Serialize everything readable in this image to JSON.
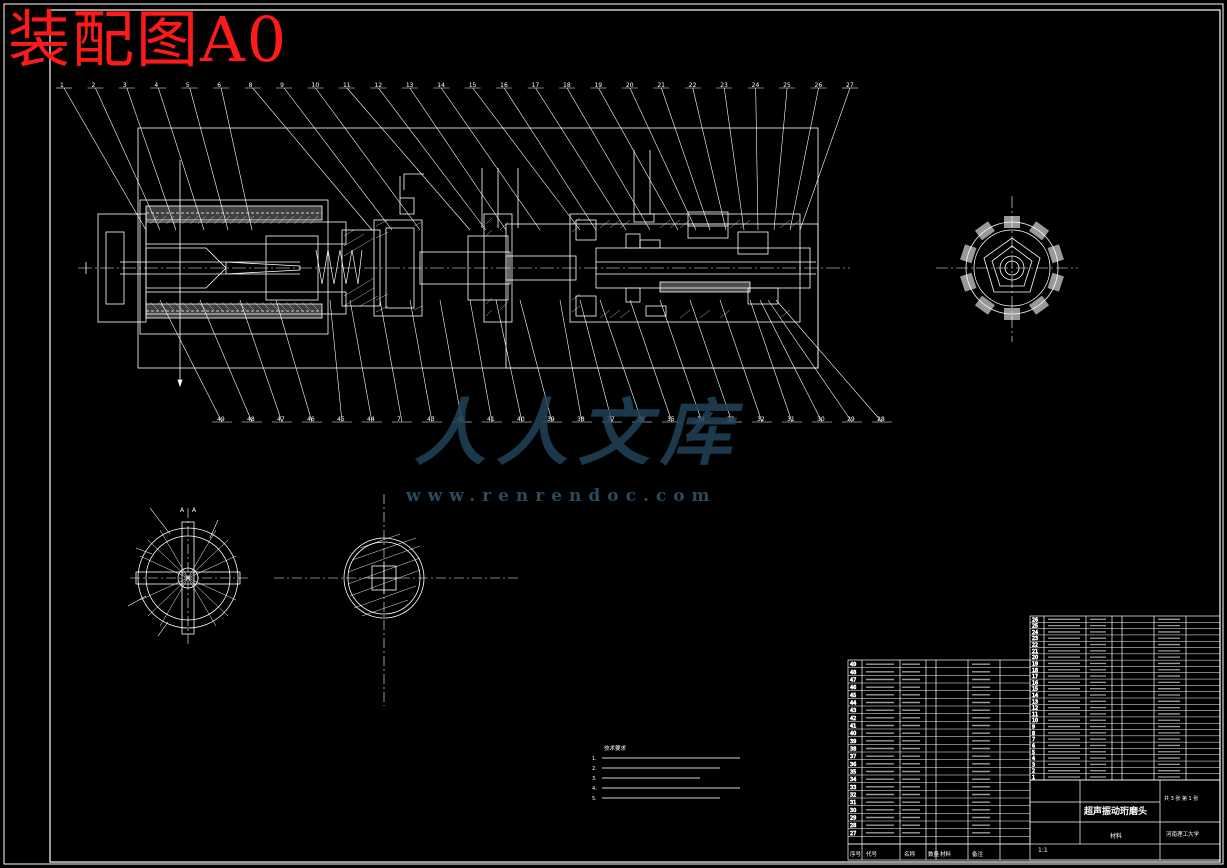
{
  "drawing": {
    "sheet_title": "装配图A0",
    "watermark_text": "人人文库",
    "watermark_url": "www.renrendoc.com",
    "balloons_top": [
      "1",
      "2",
      "3",
      "4",
      "5",
      "6",
      "8",
      "9",
      "10",
      "11",
      "12",
      "13",
      "14",
      "15",
      "16",
      "17",
      "18",
      "19",
      "20",
      "21",
      "22",
      "23",
      "24",
      "25",
      "26",
      "27"
    ],
    "balloons_bottom": [
      "49",
      "48",
      "47",
      "46",
      "45",
      "44",
      "7",
      "43",
      "42",
      "41",
      "40",
      "39",
      "38",
      "37",
      "36",
      "35",
      "34",
      "33",
      "32",
      "31",
      "30",
      "29",
      "28"
    ],
    "notes_title": "技术要求",
    "notes": [
      "1.",
      "2.",
      "3.",
      "4.",
      "5."
    ],
    "title_block": {
      "name": "超声振动珩磨头",
      "scale": "1:1",
      "material_label": "材料",
      "sheet_label": "共 3 张 第 1 张",
      "school": "河南理工大学",
      "header": [
        "序号",
        "代号",
        "名称",
        "数量",
        "材料",
        "备注"
      ]
    },
    "bom_left_numbers": [
      "49",
      "48",
      "47",
      "46",
      "45",
      "44",
      "43",
      "42",
      "41",
      "40",
      "39",
      "38",
      "37",
      "36",
      "35",
      "34",
      "33",
      "32",
      "31",
      "30",
      "29",
      "28",
      "27"
    ],
    "bom_right_numbers": [
      "26",
      "25",
      "24",
      "23",
      "22",
      "21",
      "20",
      "19",
      "18",
      "17",
      "16",
      "15",
      "14",
      "13",
      "12",
      "11",
      "10",
      "9",
      "8",
      "7",
      "6",
      "5",
      "4",
      "3",
      "2",
      "1"
    ]
  }
}
